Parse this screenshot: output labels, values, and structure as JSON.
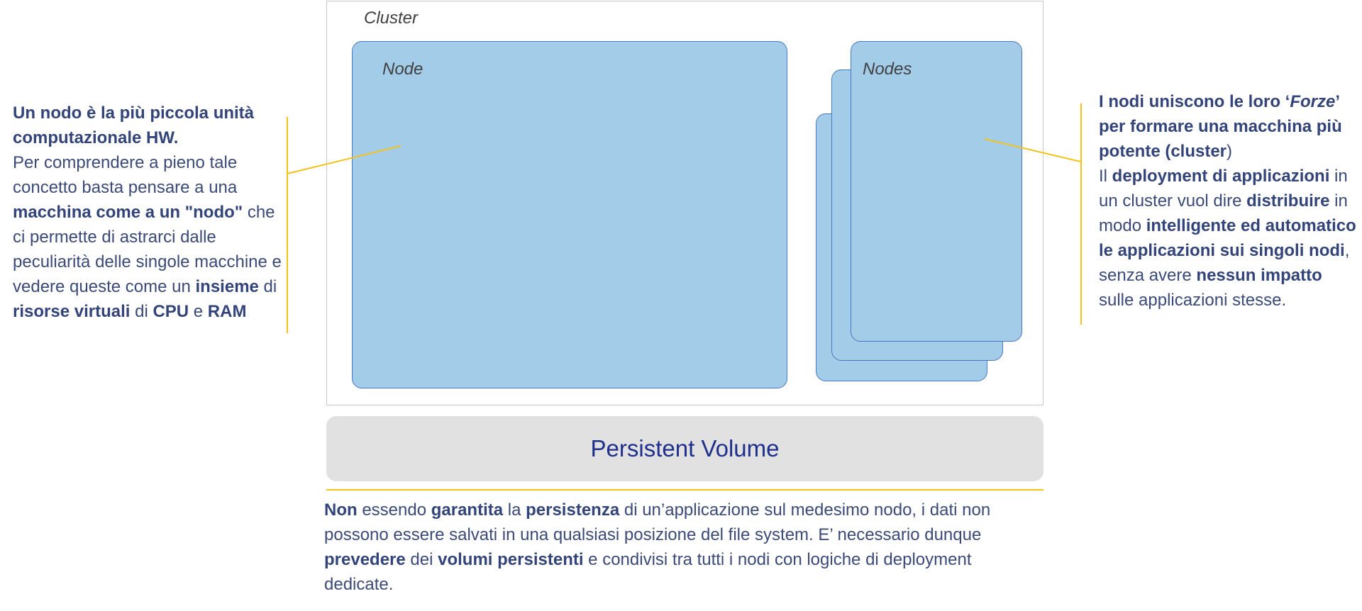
{
  "cluster": {
    "label": "Cluster"
  },
  "node": {
    "label": "Node"
  },
  "nodes": {
    "label": "Nodes"
  },
  "persistent_volume": {
    "label": "Persistent Volume"
  },
  "left_callout": {
    "title_line1": "Un nodo è la più piccola unità",
    "title_line2": "computazionale HW.",
    "seg1": "Per comprendere a pieno tale concetto basta pensare a una ",
    "seg2": "macchina come a un \"nodo\"",
    "seg3": " che ci permette di astrarci dalle peculiarità delle singole macchine e vedere queste come un ",
    "seg4": "insieme",
    "seg5": " di ",
    "seg6": "risorse virtuali",
    "seg7": " di ",
    "seg8": "CPU",
    "seg9": " e ",
    "seg10": "RAM"
  },
  "right_callout": {
    "seg1": "I nodi uniscono le loro ‘",
    "seg2": "Forze",
    "seg3": "’ per formare una macchina più potente (cluster",
    "seg4": ")",
    "seg5": "Il ",
    "seg6": "deployment di applicazioni",
    "seg7": " in un  cluster vuol dire ",
    "seg8": "distribuire",
    "seg9": " in modo ",
    "seg10": "intelligente ed automatico le applicazioni sui  singoli nodi",
    "seg11": ", senza avere ",
    "seg12": "nessun impatto",
    "seg13": " sulle applicazioni stesse."
  },
  "bottom_text": {
    "seg1": "Non",
    "seg2": " essendo ",
    "seg3": "garantita",
    "seg4": " la ",
    "seg5": "persistenza",
    "seg6": " di un’applicazione sul medesimo nodo, i dati non possono essere salvati in una qualsiasi posizione del file system. E’ necessario dunque ",
    "seg7": "prevedere",
    "seg8": " dei ",
    "seg9": "volumi persistenti",
    "seg10": " e condivisi tra tutti i nodi con logiche di deployment dedicate."
  },
  "colors": {
    "node_fill": "#a3cce9",
    "node_border": "#4a78c0",
    "accent_line": "#f4c21a",
    "pv_fill": "#e1e1e1",
    "pv_text": "#1e2f8c",
    "body_text": "#3b4a78"
  }
}
